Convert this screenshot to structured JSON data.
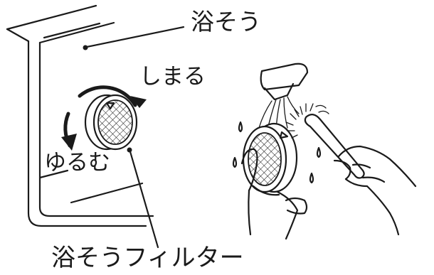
{
  "labels": {
    "tub": "浴そう",
    "tighten": "しまる",
    "loosen": "ゆるむ",
    "filter": "浴そうフィルター"
  },
  "colors": {
    "line": "#1a1a1a",
    "background": "#ffffff"
  }
}
